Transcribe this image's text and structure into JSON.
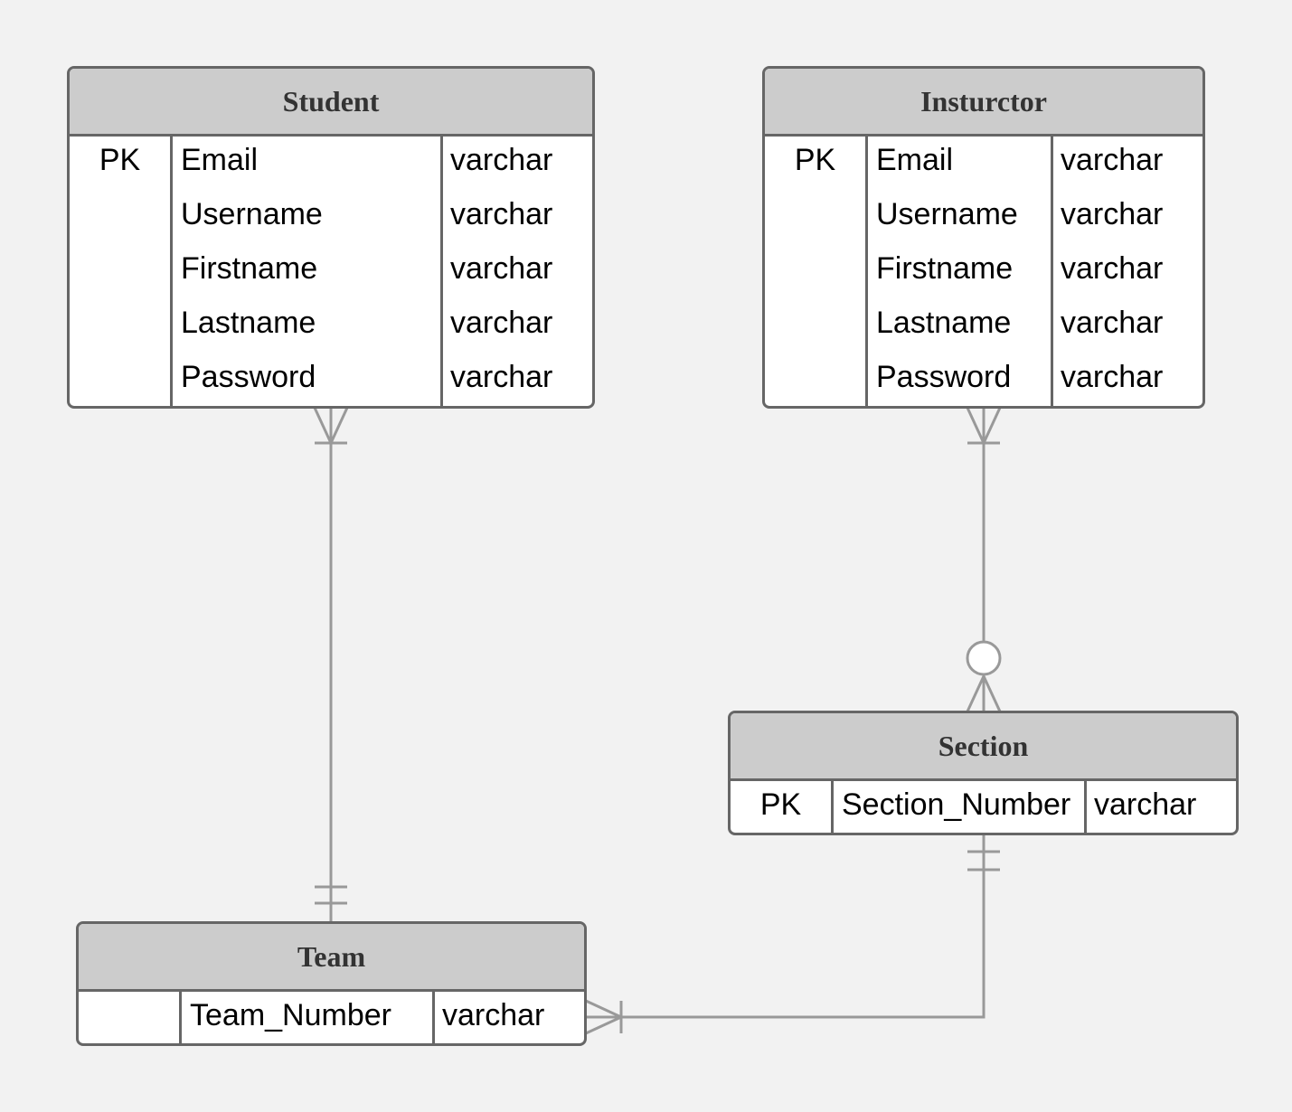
{
  "diagram": {
    "background": "#f2f2f2",
    "header_color": "#cccccc",
    "border_color": "#666666",
    "connector_color": "#999999"
  },
  "entities": {
    "student": {
      "title": "Student",
      "keys": [
        "PK",
        "",
        "",
        "",
        ""
      ],
      "fields": [
        "Email",
        "Username",
        "Firstname",
        "Lastname",
        "Password"
      ],
      "types": [
        "varchar",
        "varchar",
        "varchar",
        "varchar",
        "varchar"
      ]
    },
    "instructor": {
      "title": "Insturctor",
      "keys": [
        "PK",
        "",
        "",
        "",
        ""
      ],
      "fields": [
        "Email",
        "Username",
        "Firstname",
        "Lastname",
        "Password"
      ],
      "types": [
        "varchar",
        "varchar",
        "varchar",
        "varchar",
        "varchar"
      ]
    },
    "section": {
      "title": "Section",
      "keys": [
        "PK"
      ],
      "fields": [
        "Section_Number"
      ],
      "types": [
        "varchar"
      ]
    },
    "team": {
      "title": "Team",
      "keys": [
        ""
      ],
      "fields": [
        "Team_Number"
      ],
      "types": [
        "varchar"
      ]
    }
  },
  "relationships": [
    {
      "from": "student",
      "to": "team",
      "from_cardinality": "one-or-many",
      "to_cardinality": "exactly-one"
    },
    {
      "from": "instructor",
      "to": "section",
      "from_cardinality": "one-or-many",
      "to_cardinality": "zero-or-many"
    },
    {
      "from": "section",
      "to": "team",
      "from_cardinality": "exactly-one",
      "to_cardinality": "one-or-many"
    }
  ]
}
